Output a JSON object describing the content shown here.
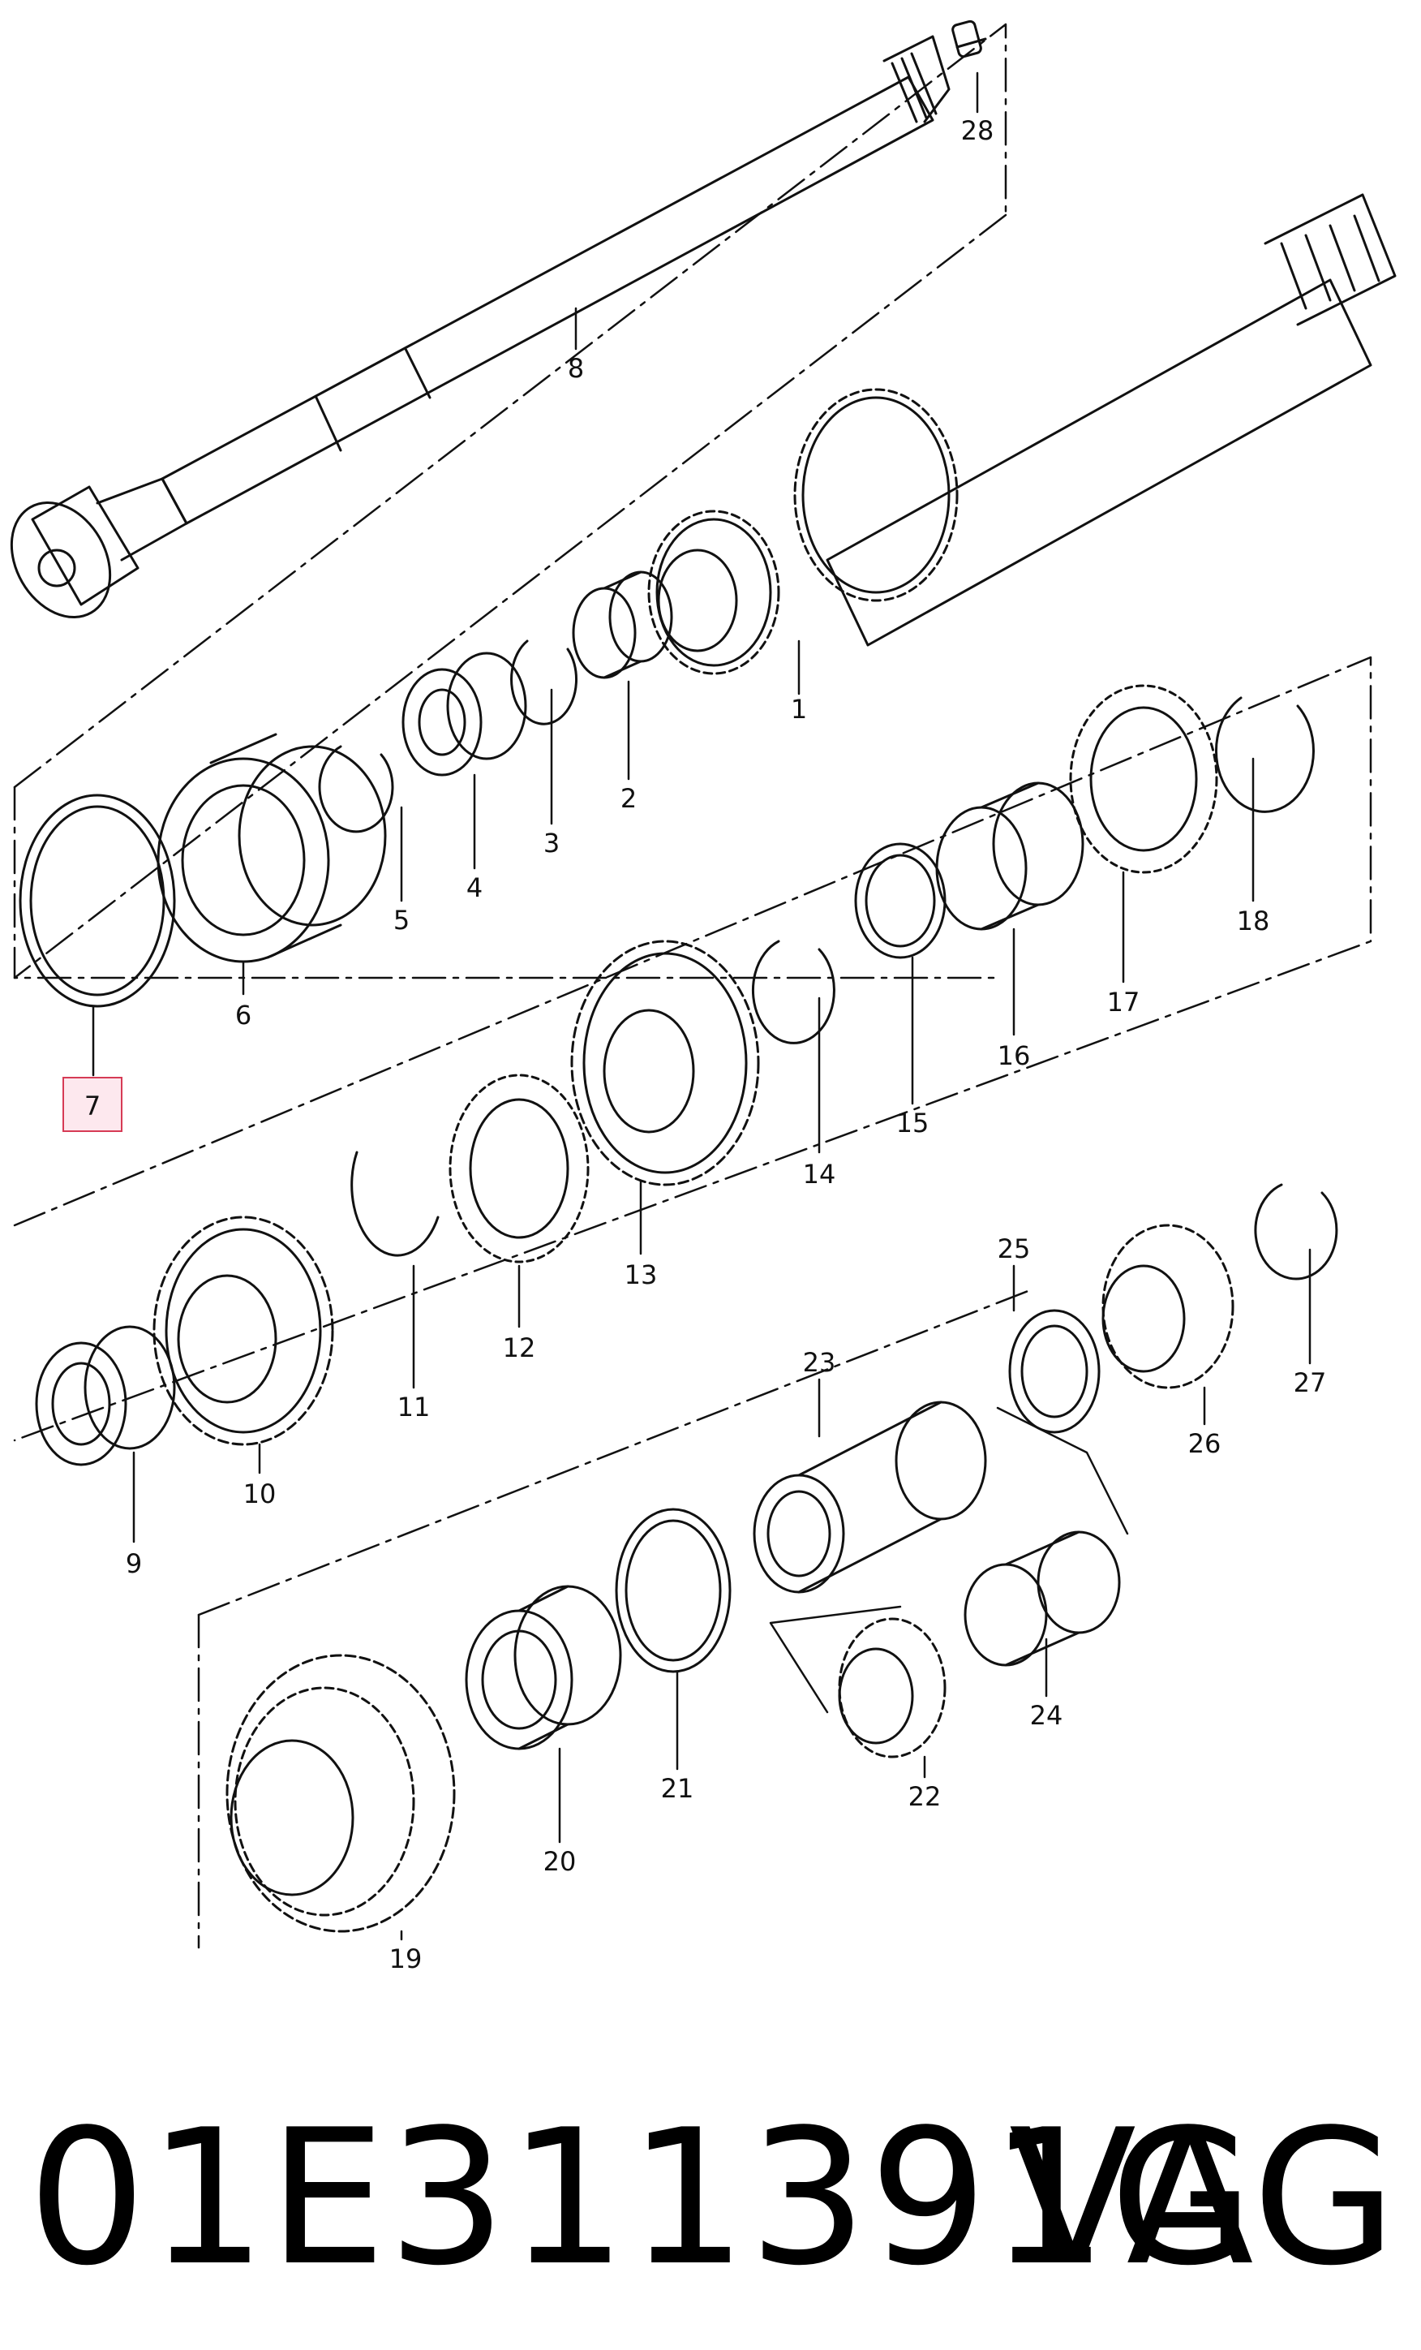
{
  "highlighted_part": "7",
  "callouts": [
    "1",
    "2",
    "3",
    "4",
    "5",
    "6",
    "7",
    "8",
    "9",
    "10",
    "11",
    "12",
    "13",
    "14",
    "15",
    "16",
    "17",
    "18",
    "19",
    "20",
    "21",
    "22",
    "23",
    "24",
    "25",
    "26",
    "27",
    "28"
  ],
  "caption": {
    "part_number": "01E311391G",
    "brand": "VAG"
  },
  "colors": {
    "line": "#111111",
    "highlight_fill": "#fde8ee",
    "highlight_border": "#d63b55"
  }
}
